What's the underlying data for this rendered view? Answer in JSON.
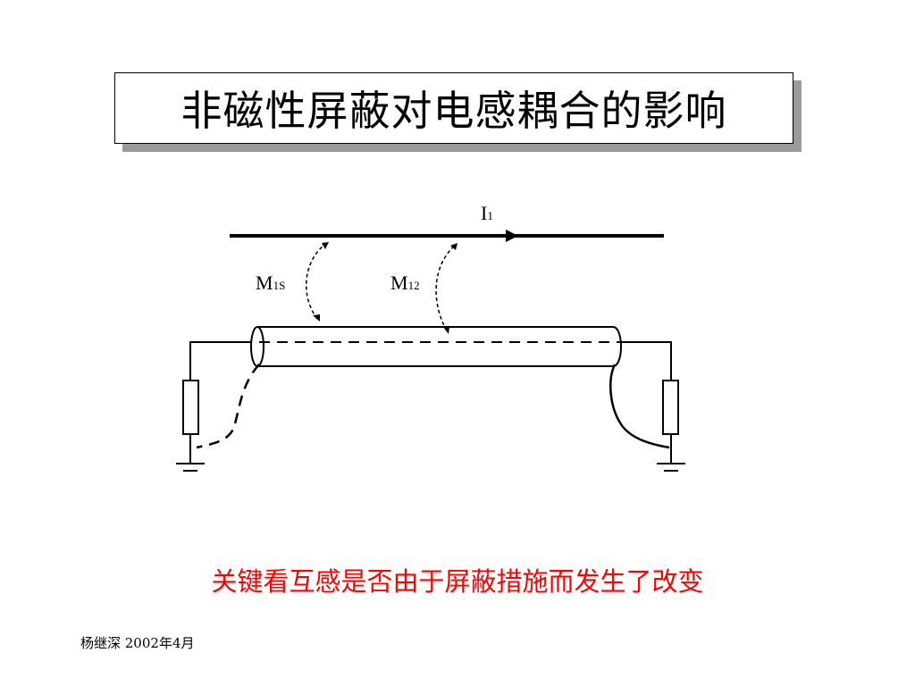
{
  "slide": {
    "title": "非磁性屏蔽对电感耦合的影响",
    "note": "关键看互感是否由于屏蔽措施而发生了改变",
    "footer": "杨继深  2002年4月",
    "note_color": "#ff0000"
  },
  "diagram": {
    "current_label": {
      "main": "I",
      "sub": "1"
    },
    "m1s_label": {
      "main": "M",
      "sub": "1S"
    },
    "m12_label": {
      "main": "M",
      "sub": "12"
    }
  }
}
